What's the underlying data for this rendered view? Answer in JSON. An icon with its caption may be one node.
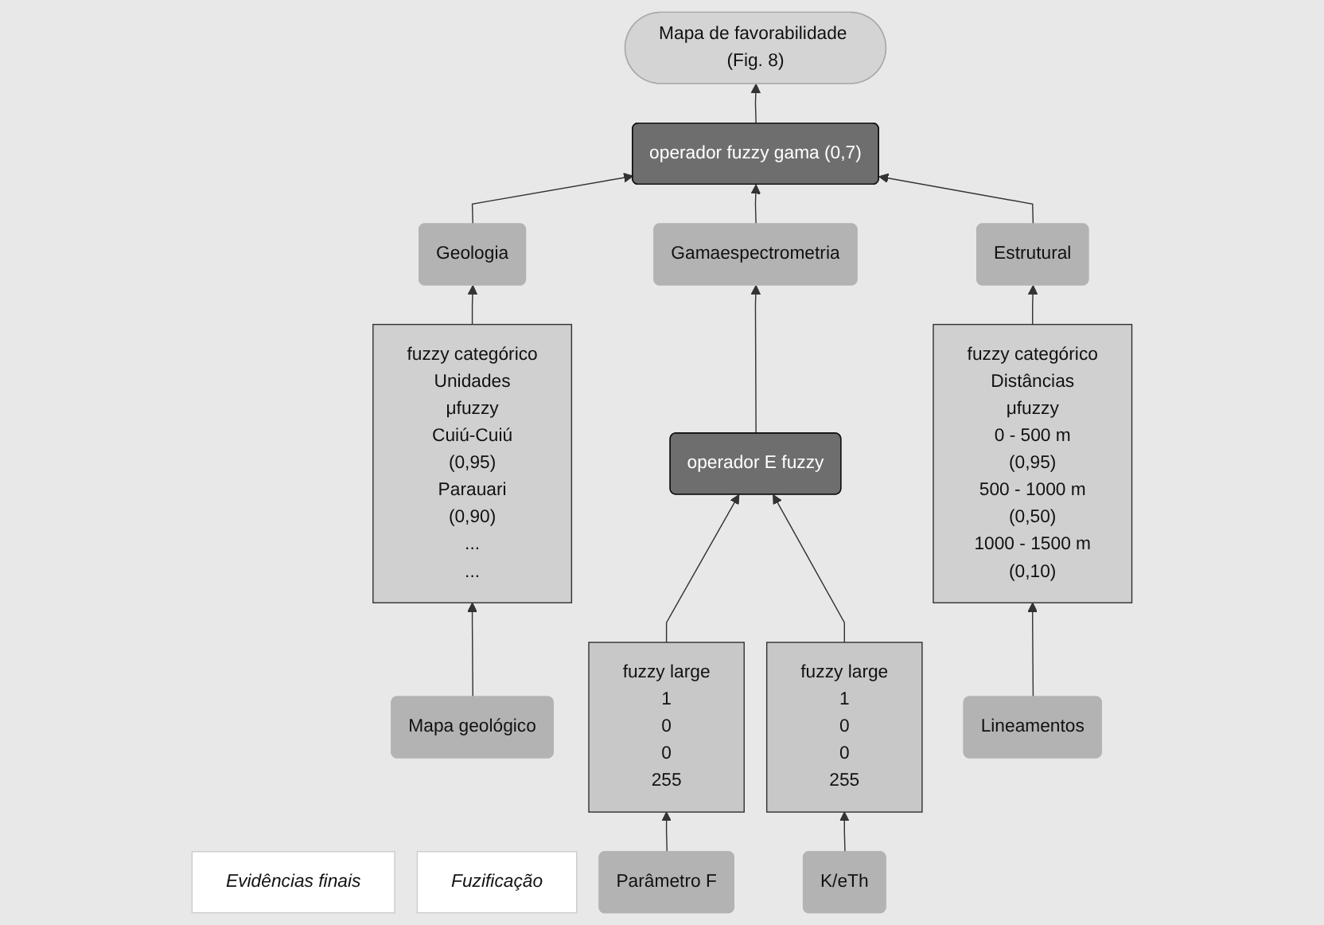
{
  "diagram": {
    "nodes": [
      {
        "text": [
          "Mapa de favorabilidade (Fig. 8)"
        ]
      },
      {
        "text": [
          "operador fuzzy gama (0,7)"
        ]
      },
      {
        "text": [
          "Evidências finais"
        ]
      },
      {
        "text": [
          "Geologia"
        ]
      },
      {
        "text": [
          "Gamaespectrometria"
        ]
      },
      {
        "text": [
          "Estrutural"
        ]
      },
      {
        "text": [
          "operador E fuzzy"
        ]
      },
      {
        "text": [
          "Fuzificação"
        ]
      },
      {
        "text": [
          "fuzzy categórico",
          "Unidades",
          "μfuzzy",
          "Cuiú-Cuiú",
          "(0,95)",
          "Parauari",
          "(0,90)",
          "...",
          "..."
        ]
      },
      {
        "text": [
          "fuzzy large",
          "1",
          "0",
          "0",
          "255"
        ]
      },
      {
        "text": [
          "fuzzy large",
          "1",
          "0",
          "0",
          "255"
        ]
      },
      {
        "text": [
          "fuzzy categórico",
          "Distâncias",
          "μfuzzy",
          "0 - 500 m",
          "(0,95)",
          "500 - 1000 m",
          "(0,50)",
          "1000 - 1500 m",
          "(0,10)"
        ]
      },
      {
        "text": [
          "Mapa geológico"
        ]
      },
      {
        "text": [
          "Parâmetro F"
        ]
      },
      {
        "text": [
          "K/eTh"
        ]
      },
      {
        "text": [
          "Lineamentos"
        ]
      }
    ],
    "edges": [
      {
        "from": 1,
        "to": 0,
        "arrow": "to"
      },
      {
        "from": 3,
        "to": 1,
        "arrow": "to"
      },
      {
        "from": 4,
        "to": 1,
        "arrow": "to"
      },
      {
        "from": 5,
        "to": 1,
        "arrow": "to"
      },
      {
        "from": 8,
        "to": 3,
        "arrow": "to"
      },
      {
        "from": 6,
        "to": 4,
        "arrow": "to"
      },
      {
        "from": 11,
        "to": 5,
        "arrow": "to"
      },
      {
        "from": 9,
        "to": 6,
        "arrow": "to"
      },
      {
        "from": 10,
        "to": 6,
        "arrow": "to"
      },
      {
        "from": 12,
        "to": 8,
        "arrow": "to"
      },
      {
        "from": 13,
        "to": 9,
        "arrow": "to"
      },
      {
        "from": 14,
        "to": 10,
        "arrow": "to"
      },
      {
        "from": 15,
        "to": 11,
        "arrow": "to"
      }
    ]
  }
}
